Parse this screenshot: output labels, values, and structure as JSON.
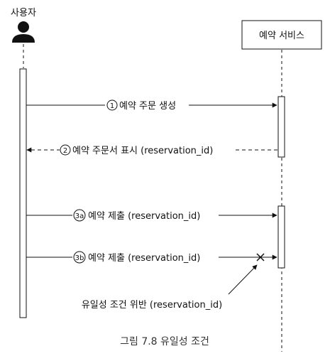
{
  "actors": {
    "user": "사용자",
    "service": "예약 서비스"
  },
  "messages": [
    {
      "marker": "1",
      "text": "예약 주문 생성"
    },
    {
      "marker": "2",
      "text": "예약 주문서 표시 (reservation_id)"
    },
    {
      "marker": "3a",
      "text": "예약 제출 (reservation_id)"
    },
    {
      "marker": "3b",
      "text": "예약 제출 (reservation_id)"
    }
  ],
  "annotation": "유일성 조건 위반 (reservation_id)",
  "caption": "그림 7.8 유일성 조건",
  "colors": {
    "ink": "#111111",
    "caption": "#333333"
  }
}
